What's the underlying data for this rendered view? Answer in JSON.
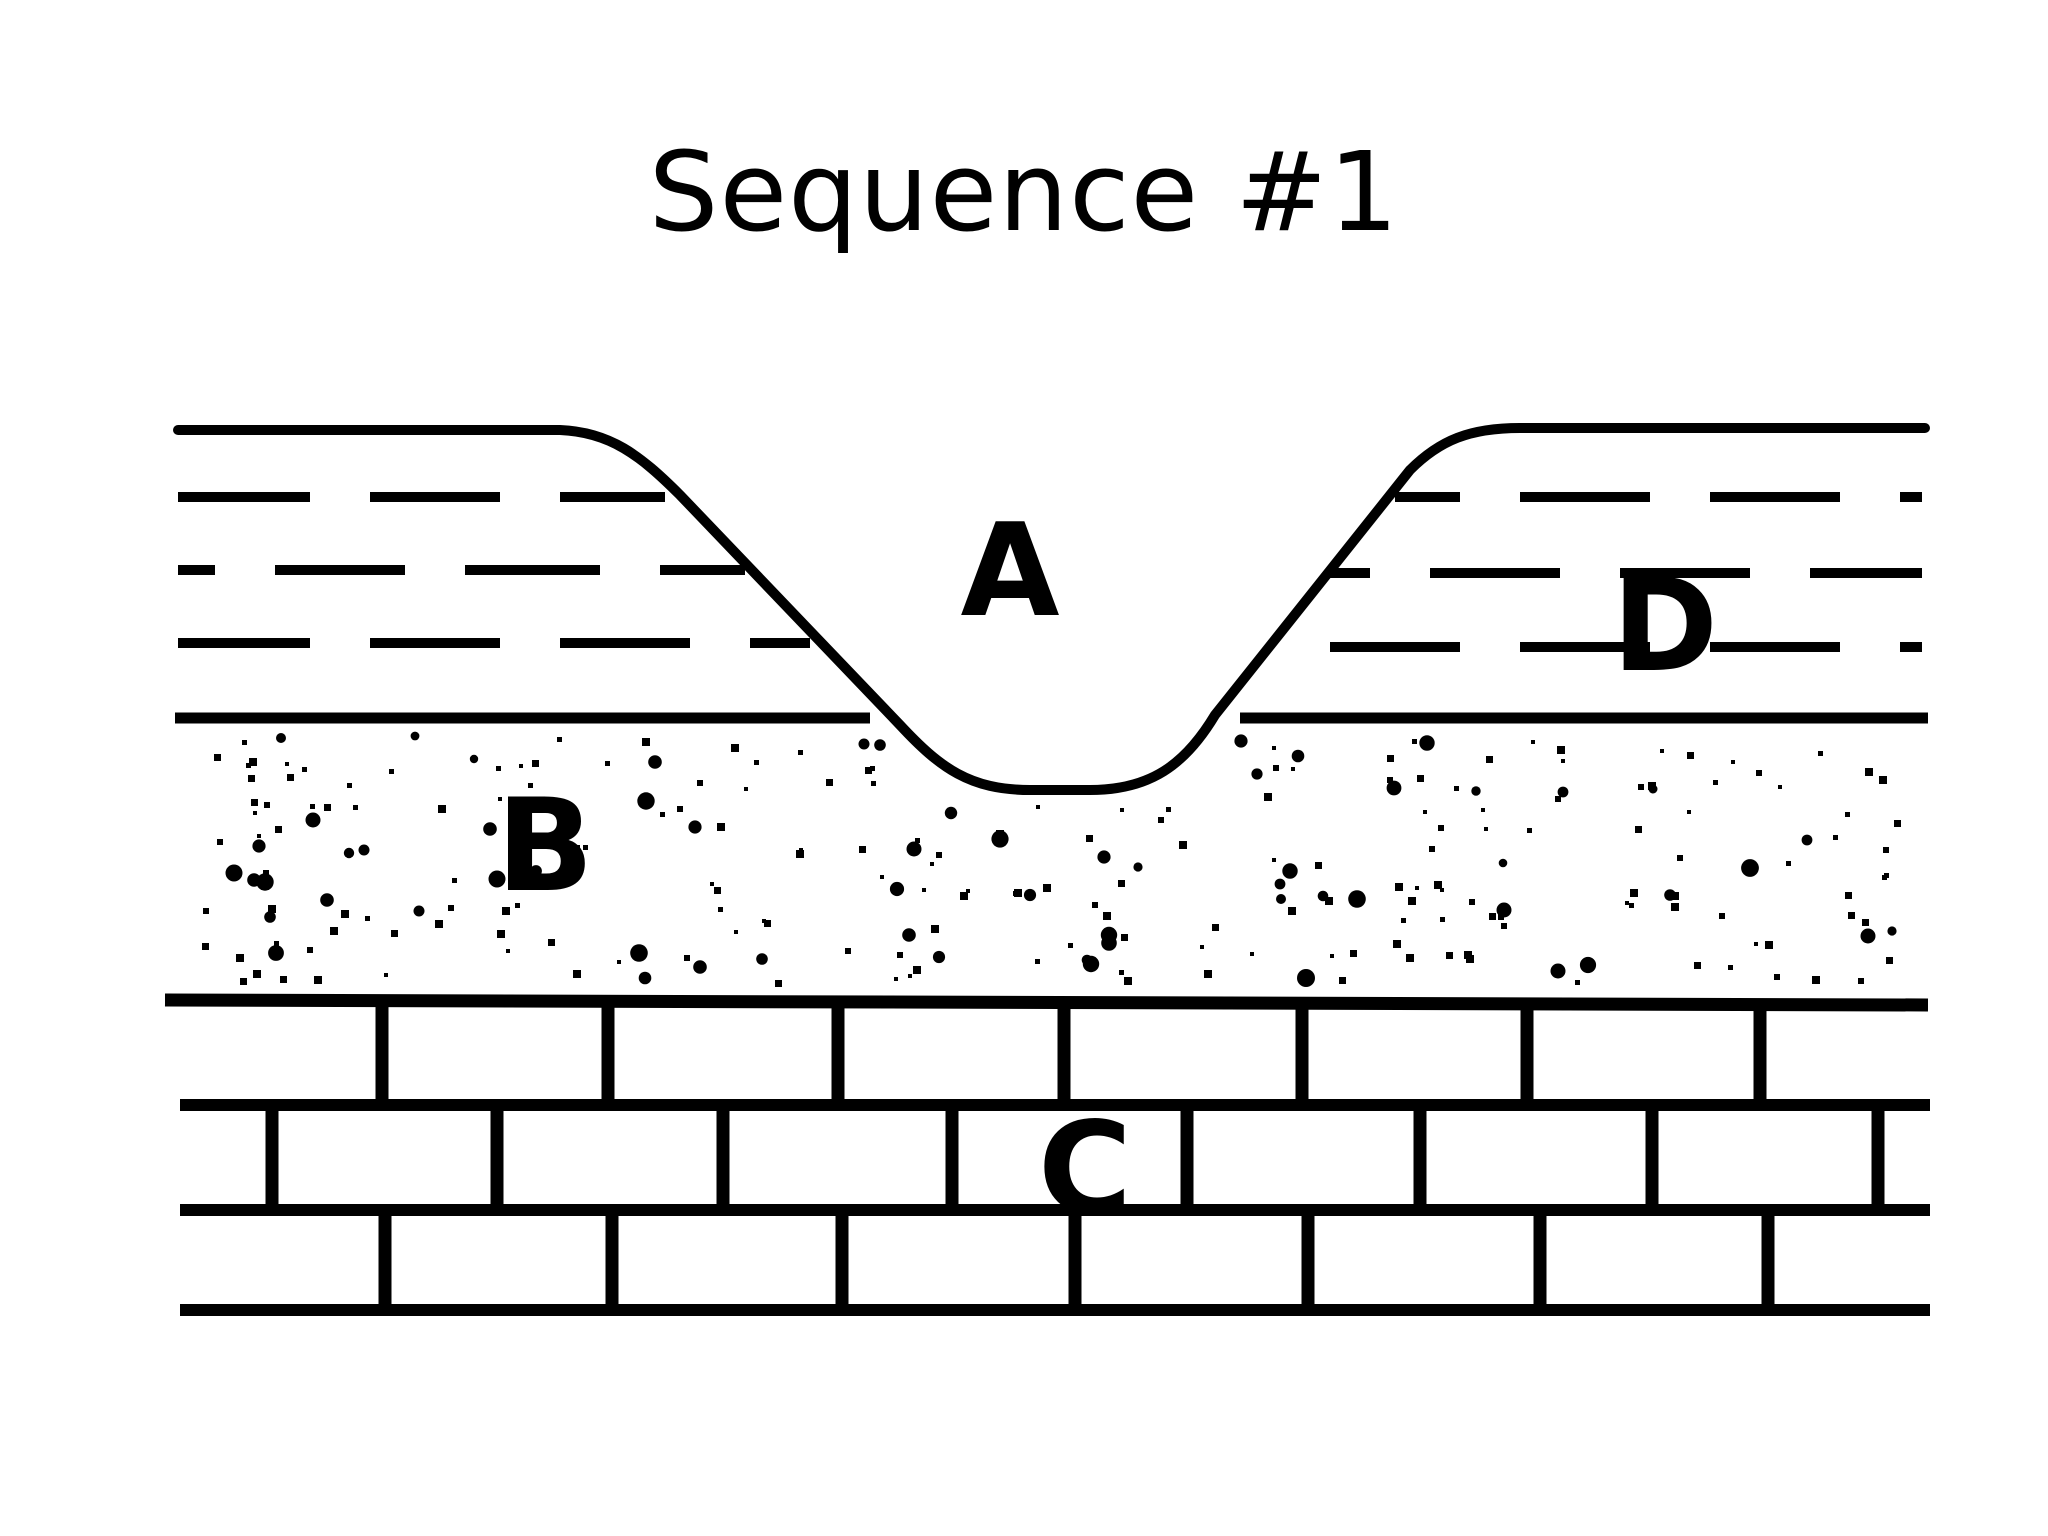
{
  "slide": {
    "title": "Sequence #1"
  },
  "diagram": {
    "labels": {
      "a": "A",
      "b": "B",
      "c": "C",
      "d": "D"
    },
    "layers": [
      "shale",
      "sandstone",
      "limestone"
    ],
    "colors": {
      "ink": "#000000",
      "background": "#ffffff"
    }
  }
}
